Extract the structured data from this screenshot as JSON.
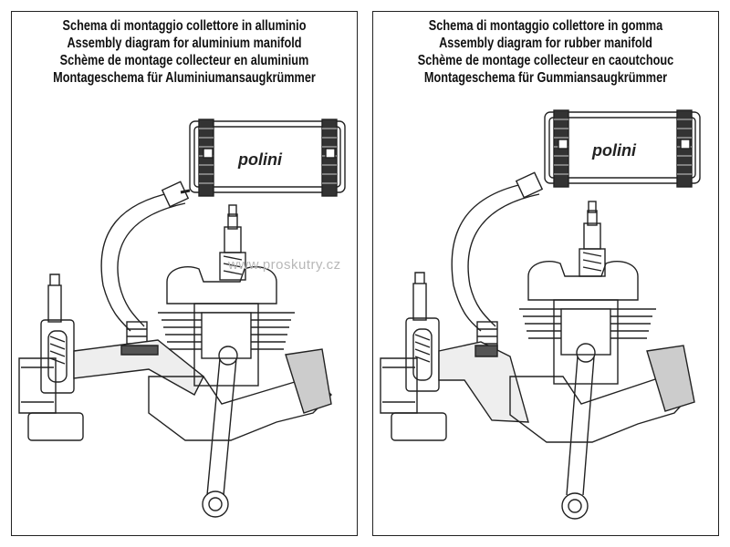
{
  "panels": [
    {
      "id": "aluminium",
      "titles": [
        "Schema di montaggio collettore in alluminio",
        "Assembly diagram for aluminium manifold",
        "Schème de montage collecteur en aluminium",
        "Montageschema für Aluminiumansaugkrümmer"
      ],
      "logo": "polini"
    },
    {
      "id": "rubber",
      "titles": [
        "Schema di montaggio collettore in gomma",
        "Assembly diagram for rubber manifold",
        "Schème de montage collecteur en caoutchouc",
        "Montageschema für Gummiansaugkrümmer"
      ],
      "logo": "polini"
    }
  ],
  "watermark": "www.proskutry.cz"
}
